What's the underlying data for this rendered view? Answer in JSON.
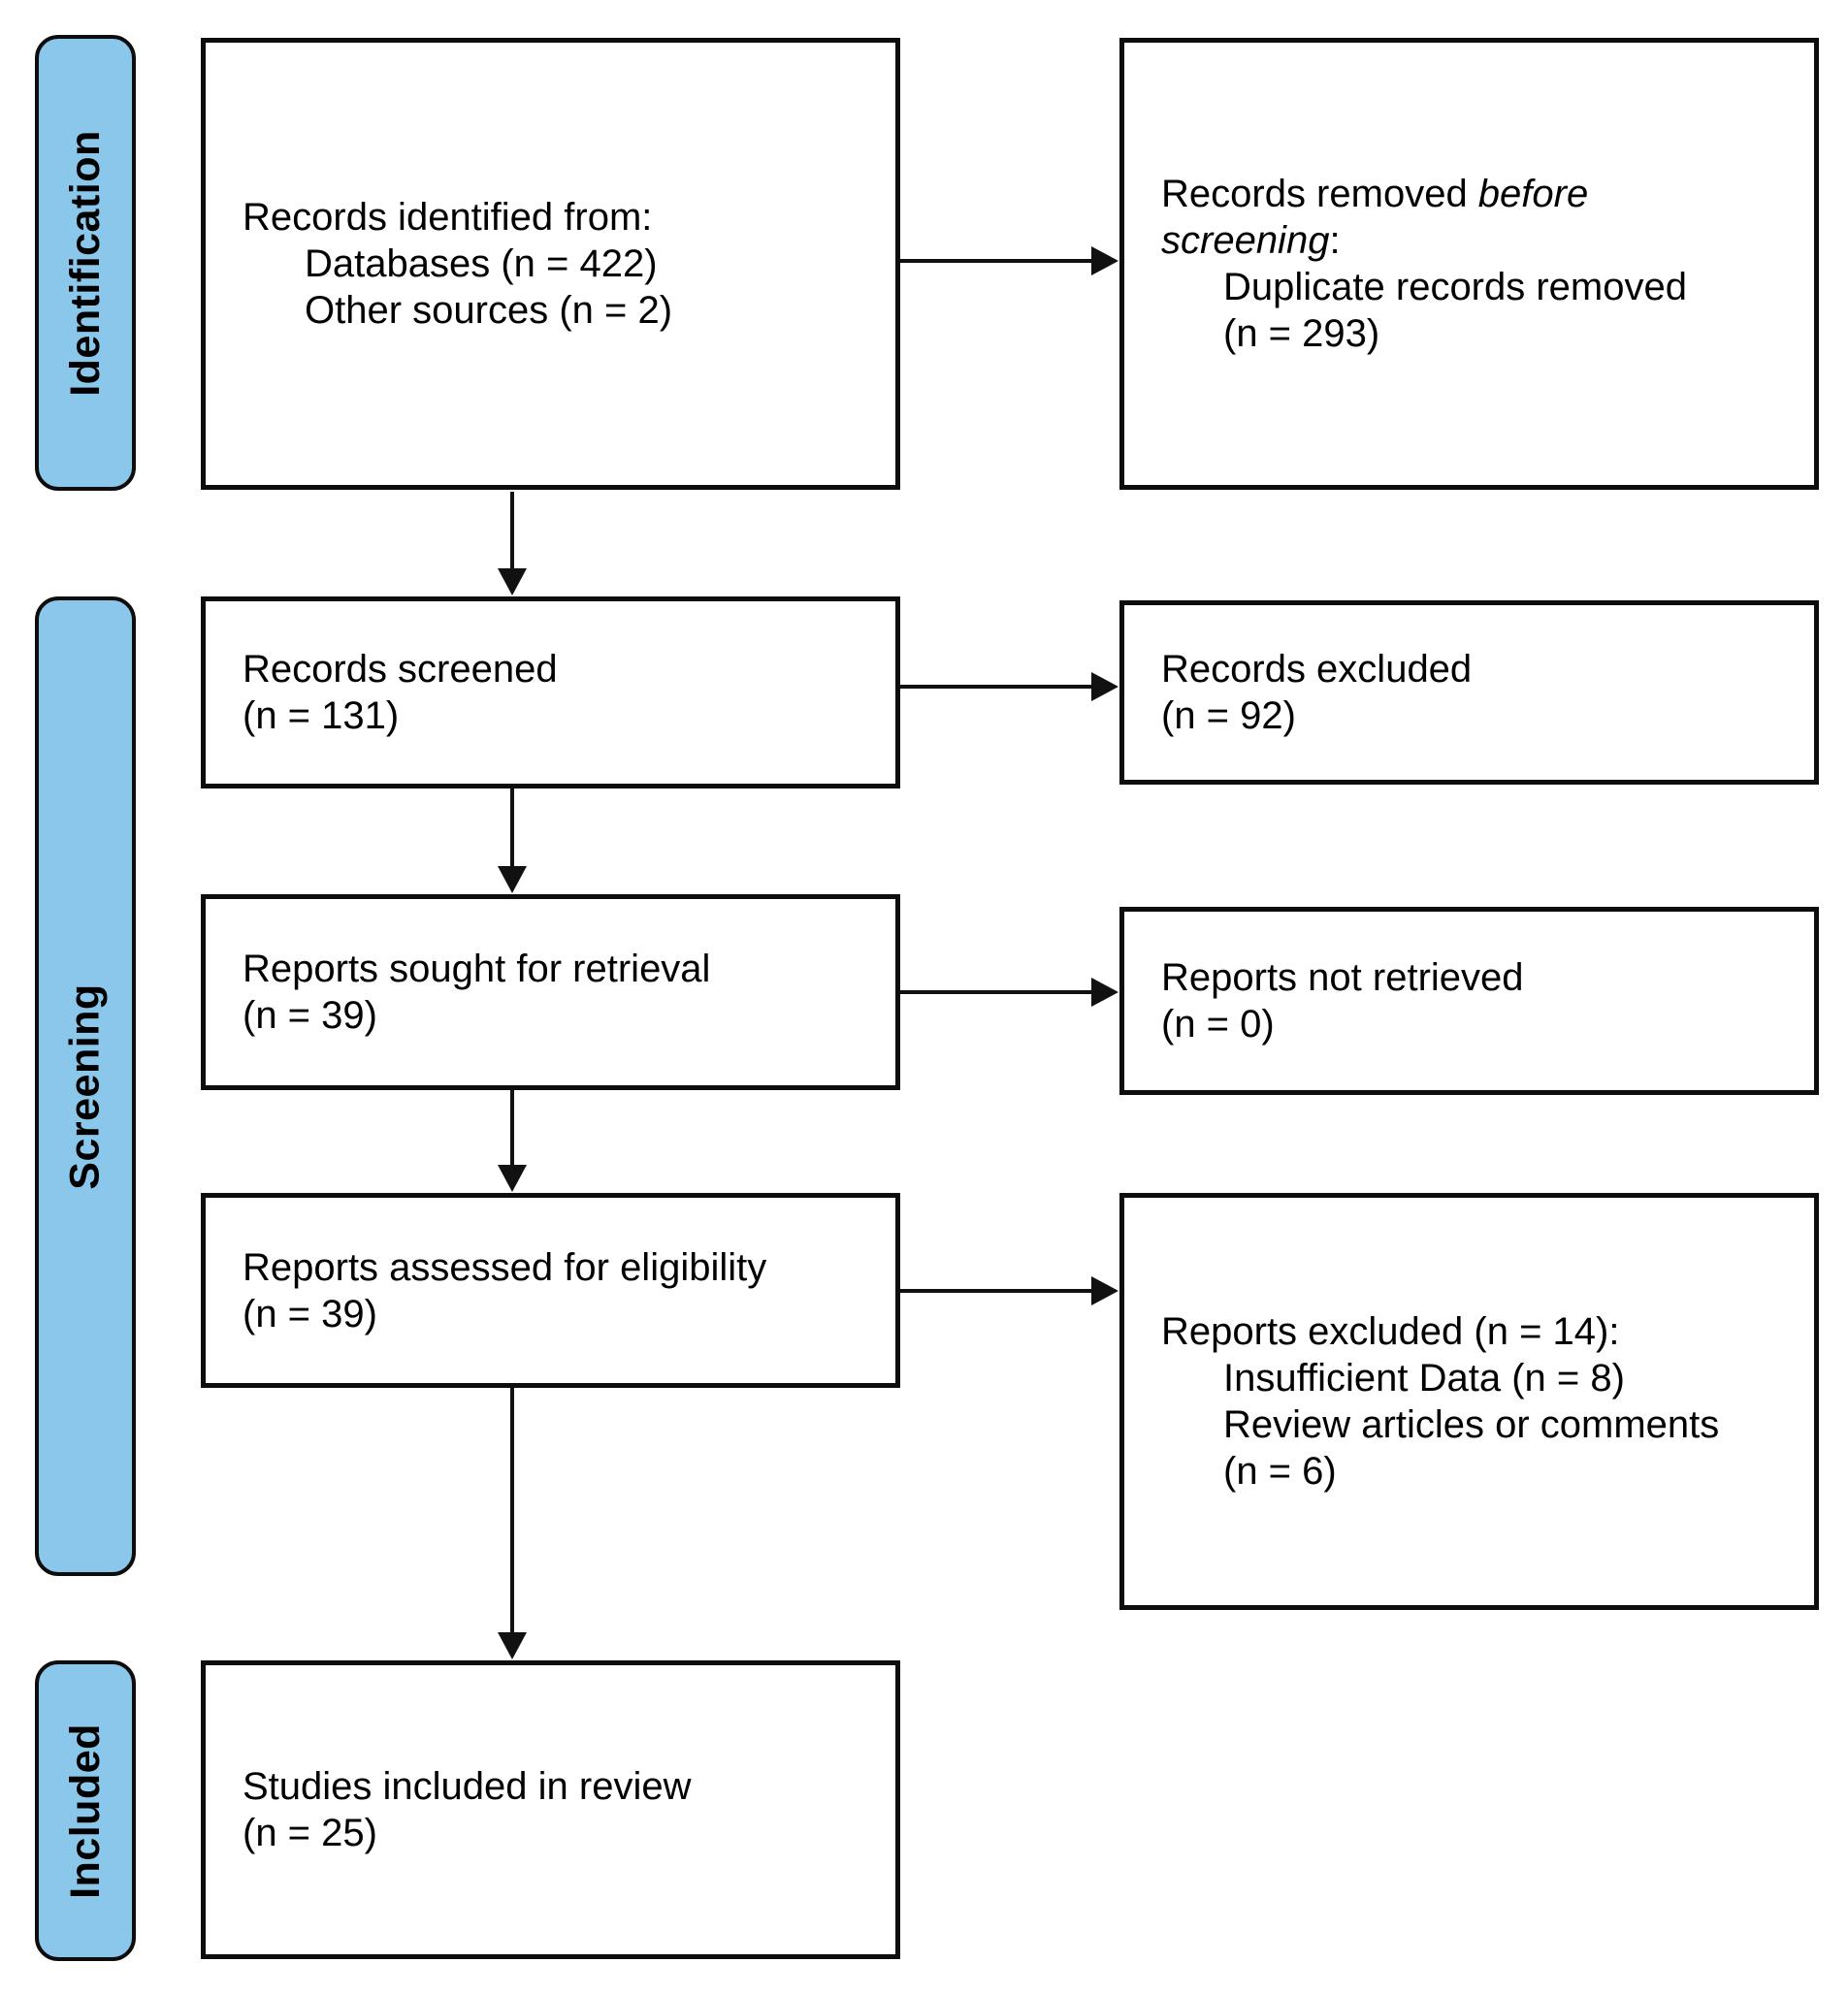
{
  "palette": {
    "stage_fill": "#8AC7EA",
    "border": "#0d0d0d",
    "background": "#ffffff"
  },
  "sidebar": {
    "identification": "Identification",
    "screening": "Screening",
    "included": "Included"
  },
  "boxes": {
    "identified": {
      "line1": "Records identified from:",
      "line2": "Databases (n = 422)",
      "line3": "Other sources (n = 2)"
    },
    "removed": {
      "line1_normal": "Records removed ",
      "line1_italic": "before",
      "line2_italic": "screening",
      "line2_suffix": ":",
      "line3": "Duplicate records removed",
      "line4": "(n = 293)"
    },
    "screened": {
      "line1": "Records screened",
      "line2": "(n = 131)"
    },
    "records_excluded": {
      "line1": "Records excluded",
      "line2": "(n = 92)"
    },
    "sought": {
      "line1": "Reports sought for retrieval",
      "line2": "(n = 39)"
    },
    "not_retrieved": {
      "line1": "Reports not retrieved",
      "line2": "(n = 0)"
    },
    "assessed": {
      "line1": "Reports assessed for eligibility",
      "line2": "(n = 39)"
    },
    "reports_excluded": {
      "line1": "Reports excluded (n = 14):",
      "line2": "Insufficient Data (n = 8)",
      "line3": "Review articles or comments",
      "line4": "(n = 6)"
    },
    "included_studies": {
      "line1": "Studies included in review",
      "line2": "(n = 25)"
    }
  }
}
